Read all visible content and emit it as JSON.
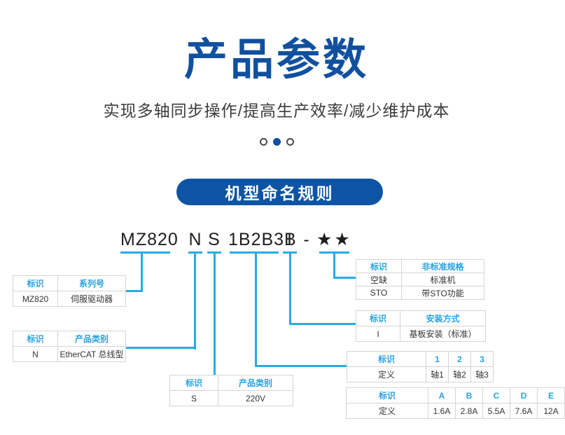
{
  "header": {
    "title": "产品参数",
    "subtitle": "实现多轴同步操作/提高生产效率/减少维护成本"
  },
  "carousel": {
    "count": 3,
    "active_index": 1
  },
  "section_banner": {
    "label": "机型命名规则"
  },
  "model_code": {
    "segments": [
      "MZ820",
      "N",
      "S",
      "1B2B3B",
      "I",
      "-",
      "★★"
    ]
  },
  "tables": [
    {
      "id": "series",
      "header": [
        "标识",
        "系列号"
      ],
      "rows": [
        [
          "MZ820",
          "伺服驱动器"
        ]
      ]
    },
    {
      "id": "category-n",
      "header": [
        "标识",
        "产品类别"
      ],
      "rows": [
        [
          "N",
          "EtherCAT 总线型"
        ]
      ]
    },
    {
      "id": "category-s",
      "header": [
        "标识",
        "产品类别"
      ],
      "rows": [
        [
          "S",
          "220V"
        ]
      ]
    },
    {
      "id": "nonstandard",
      "header": [
        "标识",
        "非标准规格"
      ],
      "rows": [
        [
          "空缺",
          "标准机"
        ],
        [
          "STO",
          "带STO功能"
        ]
      ]
    },
    {
      "id": "mounting",
      "header": [
        "标识",
        "安装方式"
      ],
      "rows": [
        [
          "I",
          "基板安装（标准）"
        ]
      ]
    },
    {
      "id": "axes",
      "header": [
        "标识",
        "1",
        "2",
        "3"
      ],
      "rows": [
        [
          "定义",
          "轴1",
          "轴2",
          "轴3"
        ]
      ]
    },
    {
      "id": "current",
      "header": [
        "标识",
        "A",
        "B",
        "C",
        "D",
        "E"
      ],
      "rows": [
        [
          "定义",
          "1.6A",
          "2.8A",
          "5.5A",
          "7.6A",
          "12A"
        ]
      ]
    }
  ],
  "colors": {
    "title_blue": "#10509f",
    "banner_blue": "#0d55a4",
    "line_blue": "#29abe2",
    "table_header_blue": "#29a1e0",
    "table_border": "#d5d5d5"
  }
}
